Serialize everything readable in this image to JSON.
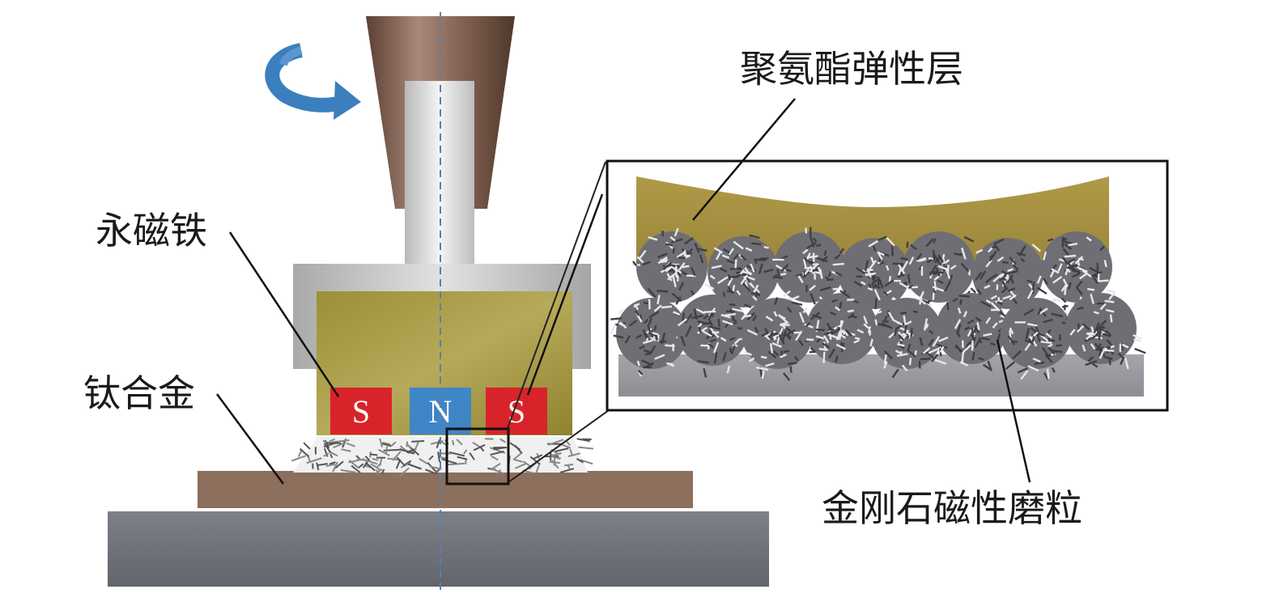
{
  "labels": {
    "permanent_magnet": "永磁铁",
    "titanium_alloy": "钛合金",
    "polyurethane_layer": "聚氨酯弹性层",
    "diamond_abrasive": "金刚石磁性磨粒"
  },
  "magnets": [
    {
      "pole": "S",
      "color": "#d9232a"
    },
    {
      "pole": "N",
      "color": "#3f86c6"
    },
    {
      "pole": "S",
      "color": "#d9232a"
    }
  ],
  "colors": {
    "spindle": "#7a5a48",
    "shaft": "#dcdcdc",
    "housing": "#c8c8c8",
    "elastic_layer": "#a3903e",
    "workpiece": "#8c6f5c",
    "base": "#6f7278",
    "arrow": "#3b7fbf",
    "particle": "#6e6e74"
  },
  "icons": {
    "rotation": "rotation-arrow-icon"
  }
}
